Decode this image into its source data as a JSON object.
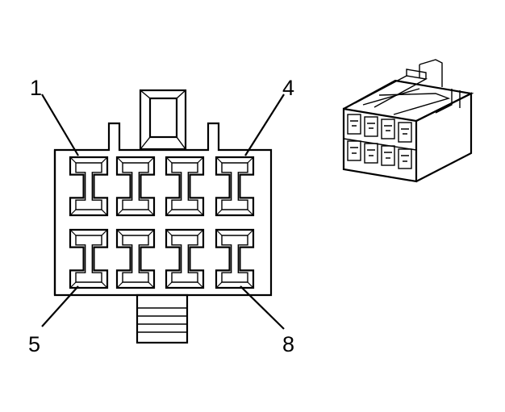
{
  "diagram": {
    "pin_labels": {
      "p1": "1",
      "p4": "4",
      "p5": "5",
      "p8": "8"
    }
  }
}
